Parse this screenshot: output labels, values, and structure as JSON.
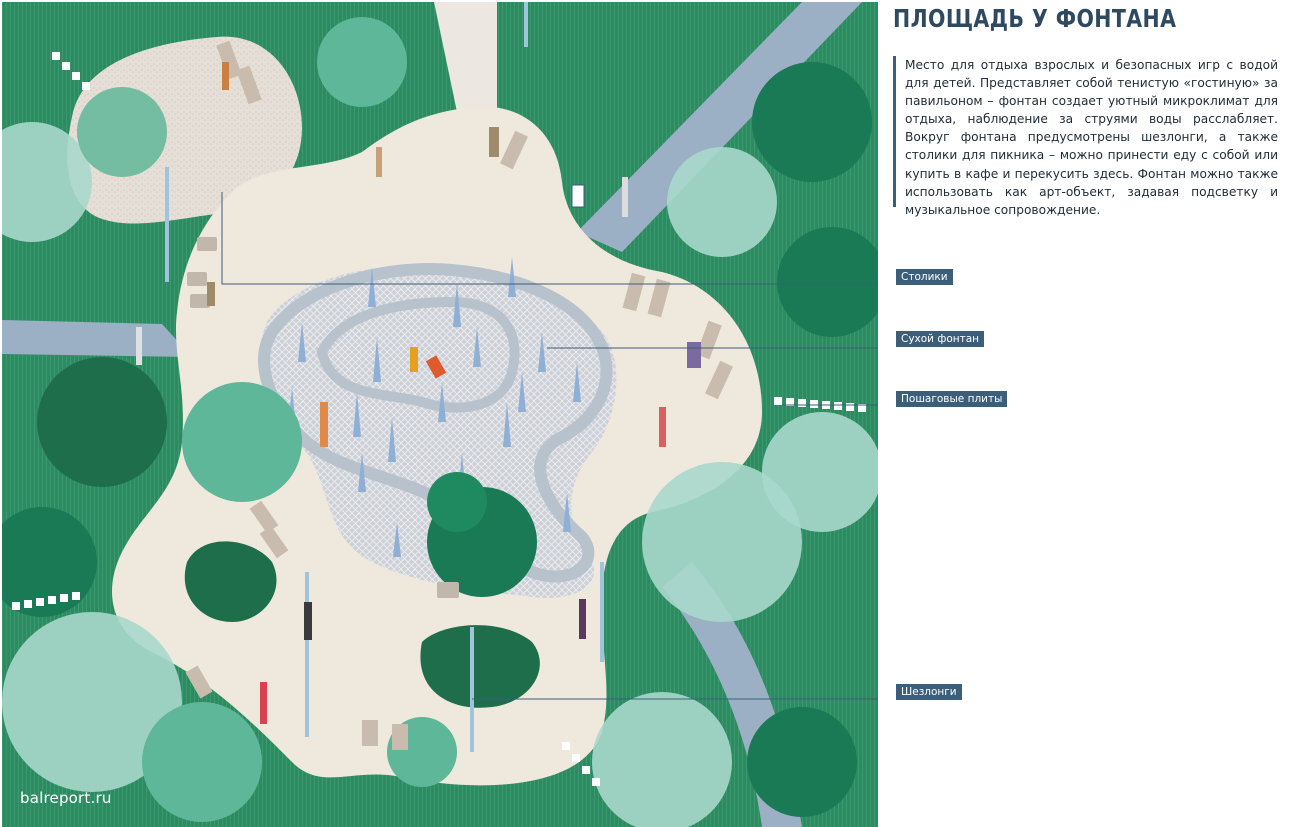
{
  "header": {
    "title": "ПЛОЩАДЬ У ФОНТАНА"
  },
  "description": "Место для отдыха взрослых и безопасных игр с водой для детей. Представляет собой тенистую «гостиную» за павильоном – фонтан создает уютный микроклимат для отдыха, наблюдение за струями воды расслабляет. Вокруг фонтана предусмотрены шезлонги, а также столики для пикника – можно принести еду с собой или купить в кафе и перекусить здесь. Фонтан можно также использовать как арт-объект, задавая подсветку и музыкальное сопровождение.",
  "callouts": [
    {
      "label": "Столики"
    },
    {
      "label": "Сухой фонтан"
    },
    {
      "label": "Пошаговые плиты"
    },
    {
      "label": "Шезлонги"
    }
  ],
  "watermark": "balreport.ru",
  "colors": {
    "lawn": "#2f8a62",
    "lawn_dark": "#1e6e4c",
    "plaza": "#efe8dd",
    "gravel": "#e3dcd4",
    "path_blue": "#9bb0c4",
    "fountain_floor": "#c9ccd3",
    "fountain_ring": "#b7c2cd",
    "tree_light": "#a8d8cc",
    "tree_mid": "#5fb79a",
    "tree_dark": "#1a7a55",
    "accent_blue": "#3b5f7a",
    "title_color": "#2f4960"
  }
}
